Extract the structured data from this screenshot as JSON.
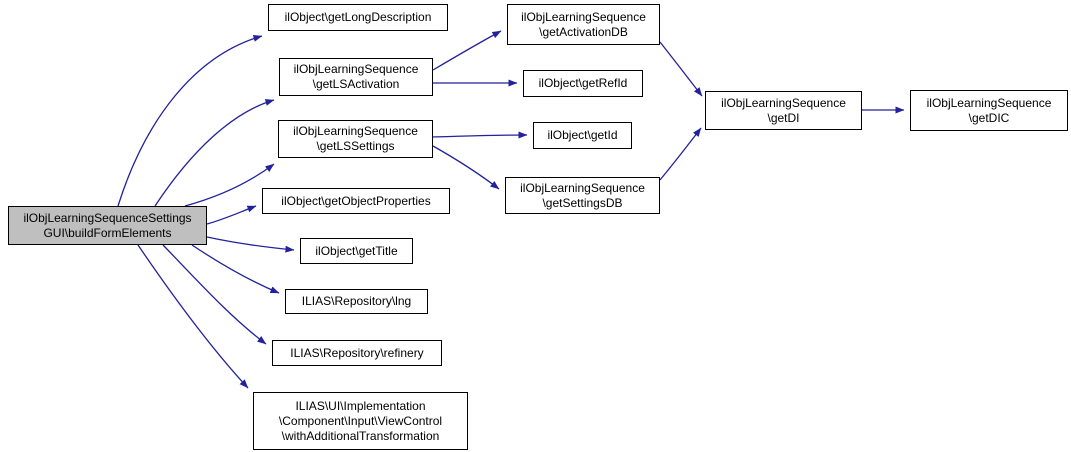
{
  "diagram": {
    "type": "call-graph",
    "edge_color": "#22229c",
    "node_border_color": "#000000",
    "node_fill": "#ffffff",
    "highlight_fill": "#bfbfbf",
    "nodes": [
      {
        "id": "buildFormElements",
        "label": "ilObjLearningSequenceSettings\nGUI\\buildFormElements",
        "highlighted": true
      },
      {
        "id": "getLongDescription",
        "label": "ilObject\\getLongDescription",
        "highlighted": false
      },
      {
        "id": "getLSActivation",
        "label": "ilObjLearningSequence\n\\getLSActivation",
        "highlighted": false
      },
      {
        "id": "getLSSettings",
        "label": "ilObjLearningSequence\n\\getLSSettings",
        "highlighted": false
      },
      {
        "id": "getObjectProperties",
        "label": "ilObject\\getObjectProperties",
        "highlighted": false
      },
      {
        "id": "getTitle",
        "label": "ilObject\\getTitle",
        "highlighted": false
      },
      {
        "id": "lng",
        "label": "ILIAS\\Repository\\lng",
        "highlighted": false
      },
      {
        "id": "refinery",
        "label": "ILIAS\\Repository\\refinery",
        "highlighted": false
      },
      {
        "id": "withAdditionalTransformation",
        "label": "ILIAS\\UI\\Implementation\n\\Component\\Input\\ViewControl\n\\withAdditionalTransformation",
        "highlighted": false
      },
      {
        "id": "getActivationDB",
        "label": "ilObjLearningSequence\n\\getActivationDB",
        "highlighted": false
      },
      {
        "id": "getRefId",
        "label": "ilObject\\getRefId",
        "highlighted": false
      },
      {
        "id": "getId",
        "label": "ilObject\\getId",
        "highlighted": false
      },
      {
        "id": "getSettingsDB",
        "label": "ilObjLearningSequence\n\\getSettingsDB",
        "highlighted": false
      },
      {
        "id": "getDI",
        "label": "ilObjLearningSequence\n\\getDI",
        "highlighted": false
      },
      {
        "id": "getDIC",
        "label": "ilObjLearningSequence\n\\getDIC",
        "highlighted": false
      }
    ],
    "edges": [
      {
        "from": "buildFormElements",
        "to": "getLongDescription"
      },
      {
        "from": "buildFormElements",
        "to": "getLSActivation"
      },
      {
        "from": "buildFormElements",
        "to": "getLSSettings"
      },
      {
        "from": "buildFormElements",
        "to": "getObjectProperties"
      },
      {
        "from": "buildFormElements",
        "to": "getTitle"
      },
      {
        "from": "buildFormElements",
        "to": "lng"
      },
      {
        "from": "buildFormElements",
        "to": "refinery"
      },
      {
        "from": "buildFormElements",
        "to": "withAdditionalTransformation"
      },
      {
        "from": "getLSActivation",
        "to": "getActivationDB"
      },
      {
        "from": "getLSActivation",
        "to": "getRefId"
      },
      {
        "from": "getLSSettings",
        "to": "getId"
      },
      {
        "from": "getLSSettings",
        "to": "getSettingsDB"
      },
      {
        "from": "getActivationDB",
        "to": "getDI"
      },
      {
        "from": "getSettingsDB",
        "to": "getDI"
      },
      {
        "from": "getDI",
        "to": "getDIC"
      }
    ]
  }
}
